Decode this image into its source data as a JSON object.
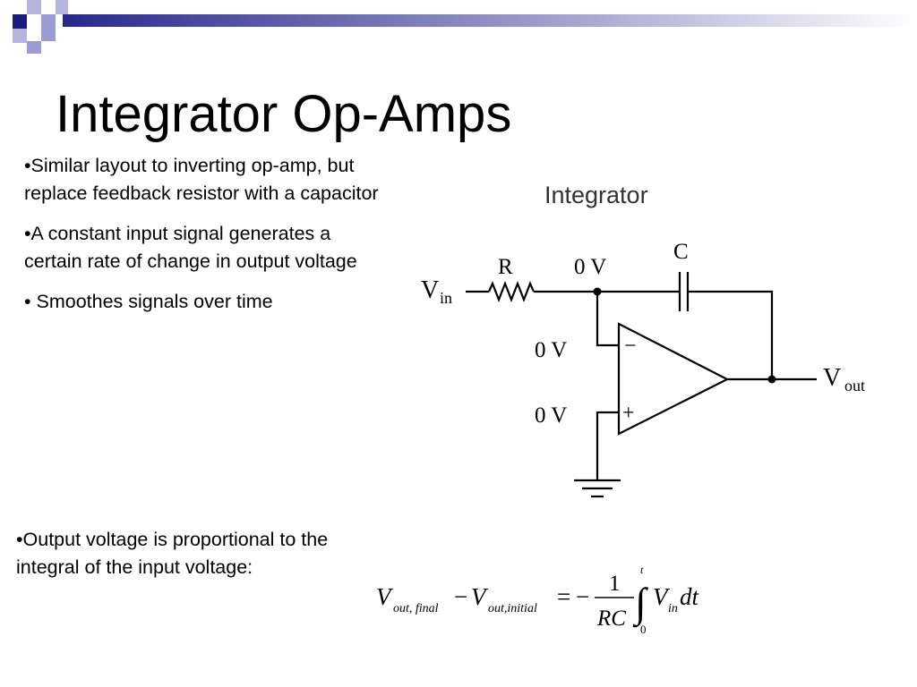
{
  "slide": {
    "title": "Integrator Op-Amps",
    "bullets": [
      "•Similar layout to inverting op-amp, but replace feedback resistor with a capacitor",
      "•A constant input signal generates a certain rate of change in output voltage",
      "• Smoothes signals over time"
    ],
    "bottom_bullet": "•Output voltage is proportional to the integral of the input voltage:"
  },
  "diagram": {
    "title": "Integrator",
    "labels": {
      "v_in": "V",
      "v_in_sub": "in",
      "resistor": "R",
      "capacitor": "C",
      "node_top": "0 V",
      "inverting_input_voltage": "0 V",
      "noninverting_input_voltage": "0 V",
      "minus_sign": "−",
      "plus_sign": "+",
      "v_out": "V",
      "v_out_sub": "out"
    }
  },
  "formula": {
    "v1": "V",
    "v1_sub": "out, final",
    "minus1": "−",
    "v2": "V",
    "v2_sub": "out,initial",
    "equals": "=",
    "minus2": "−",
    "numerator": "1",
    "denominator": "RC",
    "upper_limit": "t",
    "lower_limit": "0",
    "integral": "∫",
    "v3": "V",
    "v3_sub": "in",
    "dt": "dt"
  },
  "colors": {
    "deco_navy": "#1c1c7c",
    "deco_light": "#9c9cd4",
    "bar_start": "#28288c",
    "bar_end": "#ffffff"
  }
}
